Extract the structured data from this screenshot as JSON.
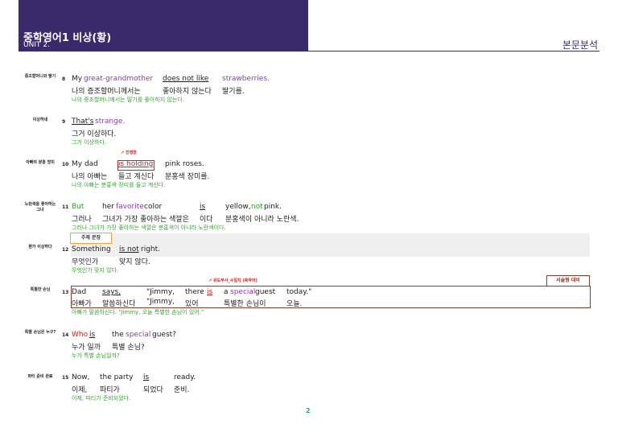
{
  "header": {
    "title": "중학영어1 비상(황)",
    "subtitle": "UNIT 2.",
    "section": "본문분석"
  },
  "topic_label": "주제 문장",
  "desc_label": "서술형 대비",
  "notes": {
    "progressive": "진행형",
    "agreement": "유도부사_수일치 (축약어)"
  },
  "rows": [
    {
      "label": "증조할머니와 딸기",
      "num": "8",
      "en": [
        "My",
        "great-grandmother",
        "does not like",
        "strawberries."
      ],
      "ko": [
        "나의 증조할머니께서는",
        "좋아하지 않는다",
        "딸기를."
      ],
      "tr": "나의 증조할머니께서는 딸기를 좋아하지 않는다."
    },
    {
      "label": "이상하네",
      "num": "9",
      "en": [
        "That's",
        "strange."
      ],
      "ko": [
        "그거 이상하다."
      ],
      "tr": "그거 이상하다."
    },
    {
      "label": "아빠의 분홍 장미",
      "num": "10",
      "en": [
        "My dad",
        "is holding",
        "pink roses."
      ],
      "ko": [
        "나의 아빠는",
        "들고 계신다",
        "분홍색 장미를."
      ],
      "tr": "나의 아빠는 분홍색 장미를 들고 계신다."
    },
    {
      "label": "노란색을 좋아하는 그녀",
      "num": "11",
      "en": [
        "But",
        "her",
        "favorite",
        "color",
        "is",
        "yellow,",
        "not",
        "pink."
      ],
      "ko": [
        "그러나",
        "그녀가 가장 좋아하는 색깔은",
        "이다",
        "분홍색이 아니라 노란색."
      ],
      "tr": "그러나 그녀가 가장 좋아하는 색깔은 분홍색이 아니라 노란색이다."
    },
    {
      "label": "뭔가 이상하다",
      "num": "12",
      "en": [
        "Something",
        "is not",
        "right."
      ],
      "ko": [
        "무엇인가",
        "맞지 않다."
      ],
      "tr": "무엇인가 맞지 않다."
    },
    {
      "label": "특별한 손님",
      "num": "13",
      "en": [
        "Dad",
        "says,",
        "\"Jimmy,",
        "there",
        "is",
        "a",
        "special",
        "guest",
        "today.\""
      ],
      "ko": [
        "아빠가",
        "말씀하신다",
        "\"Jimmy,",
        "있어",
        "특별한 손님이",
        "오늘."
      ],
      "tr": "아빠가 말씀하신다. \"Jimmy, 오늘 특별한 손님이 있어.\""
    },
    {
      "label": "특별 손님은 누구?",
      "num": "14",
      "en": [
        "Who",
        "is",
        "the",
        "special",
        "guest?"
      ],
      "ko": [
        "누가 일까",
        "특별 손님?"
      ],
      "tr": "누가 특별 손님일까?"
    },
    {
      "label": "파티 준비 완료",
      "num": "15",
      "en": [
        "Now,",
        "the party",
        "is",
        "ready."
      ],
      "ko": [
        "이제,",
        "파티가",
        "되었다",
        "준비."
      ],
      "tr": "이제, 파티가 준비되었다."
    }
  ],
  "page_number": "2",
  "colors": {
    "header": "#3a2a6b",
    "purple": "#8a3db0",
    "green": "#2e9e2e",
    "red": "#d21f1f",
    "box": "#8b3a2a",
    "topic": "#f0a33a"
  }
}
